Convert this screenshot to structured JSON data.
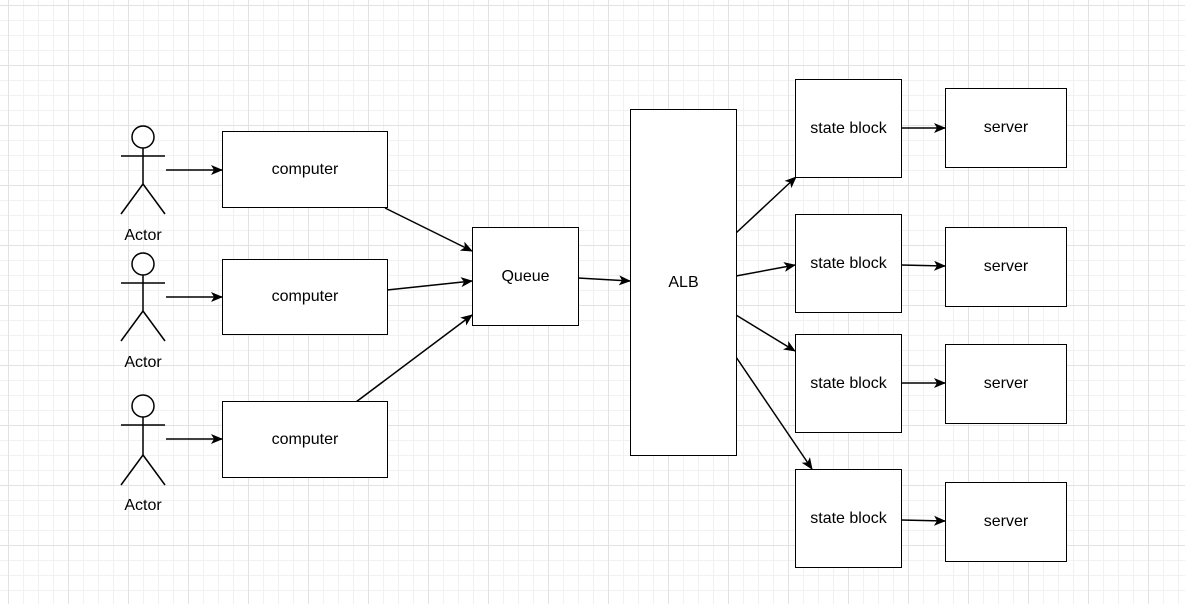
{
  "actors": [
    {
      "label": "Actor"
    },
    {
      "label": "Actor"
    },
    {
      "label": "Actor"
    }
  ],
  "computers": [
    {
      "label": "computer"
    },
    {
      "label": "computer"
    },
    {
      "label": "computer"
    }
  ],
  "queue": {
    "label": "Queue"
  },
  "alb": {
    "label": "ALB"
  },
  "state_blocks": [
    {
      "label": "state block"
    },
    {
      "label": "state block"
    },
    {
      "label": "state block"
    },
    {
      "label": "state block"
    }
  ],
  "servers": [
    {
      "label": "server"
    },
    {
      "label": "server"
    },
    {
      "label": "server"
    },
    {
      "label": "server"
    }
  ]
}
